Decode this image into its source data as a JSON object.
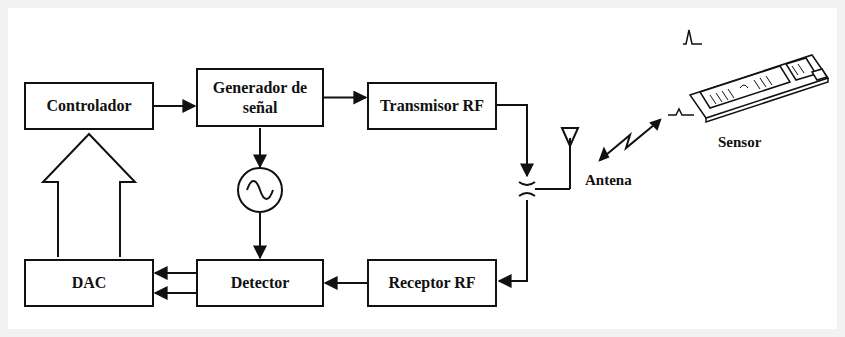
{
  "diagram": {
    "nodes": [
      {
        "text": [
          "Controlador"
        ]
      },
      {
        "text": [
          "Generador de señal"
        ]
      },
      {
        "text": [
          "Transmisor RF"
        ]
      },
      {
        "text": [
          "DAC"
        ]
      },
      {
        "text": [
          "Detector"
        ]
      },
      {
        "text": [
          "Receptor RF"
        ]
      }
    ],
    "edges": [
      {
        "from": 0,
        "to": 1,
        "arrow": "to"
      },
      {
        "from": 1,
        "to": 2,
        "arrow": "to"
      },
      {
        "from": 5,
        "to": 4,
        "arrow": "to"
      },
      {
        "from": 4,
        "to": 3,
        "arrow": "to"
      },
      {
        "from": 4,
        "to": 3,
        "arrow": "to"
      },
      {
        "from": 3,
        "to": 0,
        "arrow": "to"
      }
    ],
    "labels": [
      "Antena",
      "Sensor"
    ]
  }
}
